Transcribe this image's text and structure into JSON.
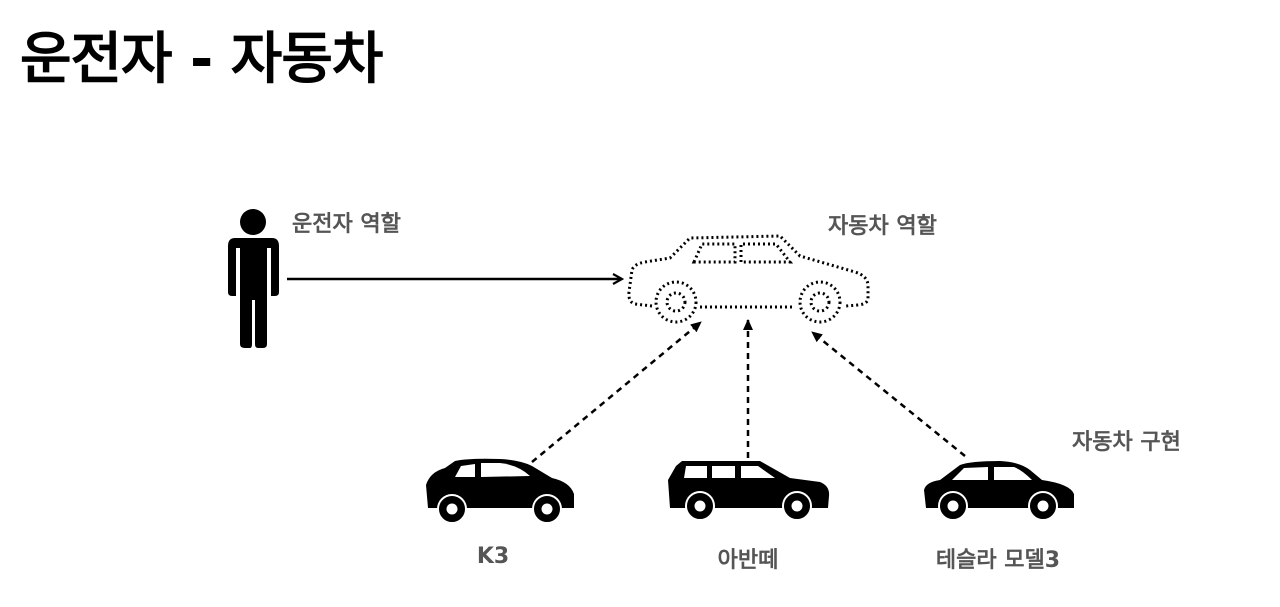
{
  "title": "운전자 - 자동차",
  "labels": {
    "driver_role": "운전자 역할",
    "car_role": "자동차 역할",
    "car_impl": "자동차 구현"
  },
  "cars": [
    {
      "name": "K3"
    },
    {
      "name": "아반떼"
    },
    {
      "name": "테슬라 모델3"
    }
  ]
}
